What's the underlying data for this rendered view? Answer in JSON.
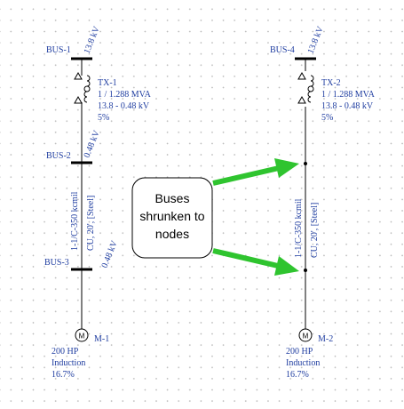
{
  "colors": {
    "line": "#000000",
    "label": "#1f3da0",
    "arrow": "#2fc42f",
    "callout_border": "#000000",
    "background": "#ffffff"
  },
  "left_branch": {
    "bus1": {
      "name": "BUS-1",
      "voltage": "13.8 kV"
    },
    "transformer": {
      "name": "TX-1",
      "rating": "1 / 1.288 MVA",
      "voltage": "13.8 - 0.48 kV",
      "impedance": "5%"
    },
    "bus2": {
      "name": "BUS-2",
      "voltage": "0.48 kV"
    },
    "cable": {
      "spec": "1-1/C-350 kcmil",
      "detail": "CU, 20', [Steel]"
    },
    "bus3": {
      "name": "BUS-3",
      "voltage": "0.48 kV"
    },
    "motor": {
      "name": "M-1",
      "symbol": "M",
      "power": "200 HP",
      "type": "Induction",
      "loading": "16.7%"
    }
  },
  "right_branch": {
    "bus4": {
      "name": "BUS-4",
      "voltage": "13.8 kV"
    },
    "transformer": {
      "name": "TX-2",
      "rating": "1 / 1.288 MVA",
      "voltage": "13.8 - 0.48 kV",
      "impedance": "5%"
    },
    "cable": {
      "spec": "1-1/C-350 kcmil",
      "detail": "CU, 20', [Steel]"
    },
    "motor": {
      "name": "M-2",
      "symbol": "M",
      "power": "200 HP",
      "type": "Induction",
      "loading": "16.7%"
    }
  },
  "callout": {
    "lines": [
      "Buses",
      "shrunken to",
      "nodes"
    ]
  }
}
